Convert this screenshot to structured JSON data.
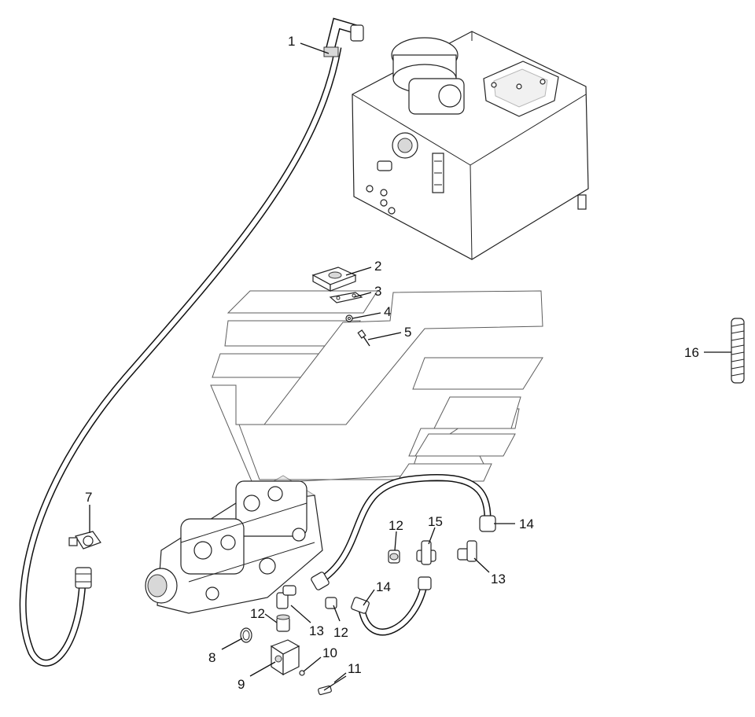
{
  "callouts": {
    "c1": "1",
    "c2": "2",
    "c3": "3",
    "c4": "4",
    "c5": "5",
    "c7": "7",
    "c8": "8",
    "c9": "9",
    "c10": "10",
    "c11": "11",
    "c12a": "12",
    "c12b": "12",
    "c12c": "12",
    "c13a": "13",
    "c13b": "13",
    "c14a": "14",
    "c14b": "14",
    "c15": "15",
    "c16": "16"
  },
  "colors": {
    "line": "#111111",
    "shade": "#d8d8d8",
    "background": "#ffffff"
  }
}
